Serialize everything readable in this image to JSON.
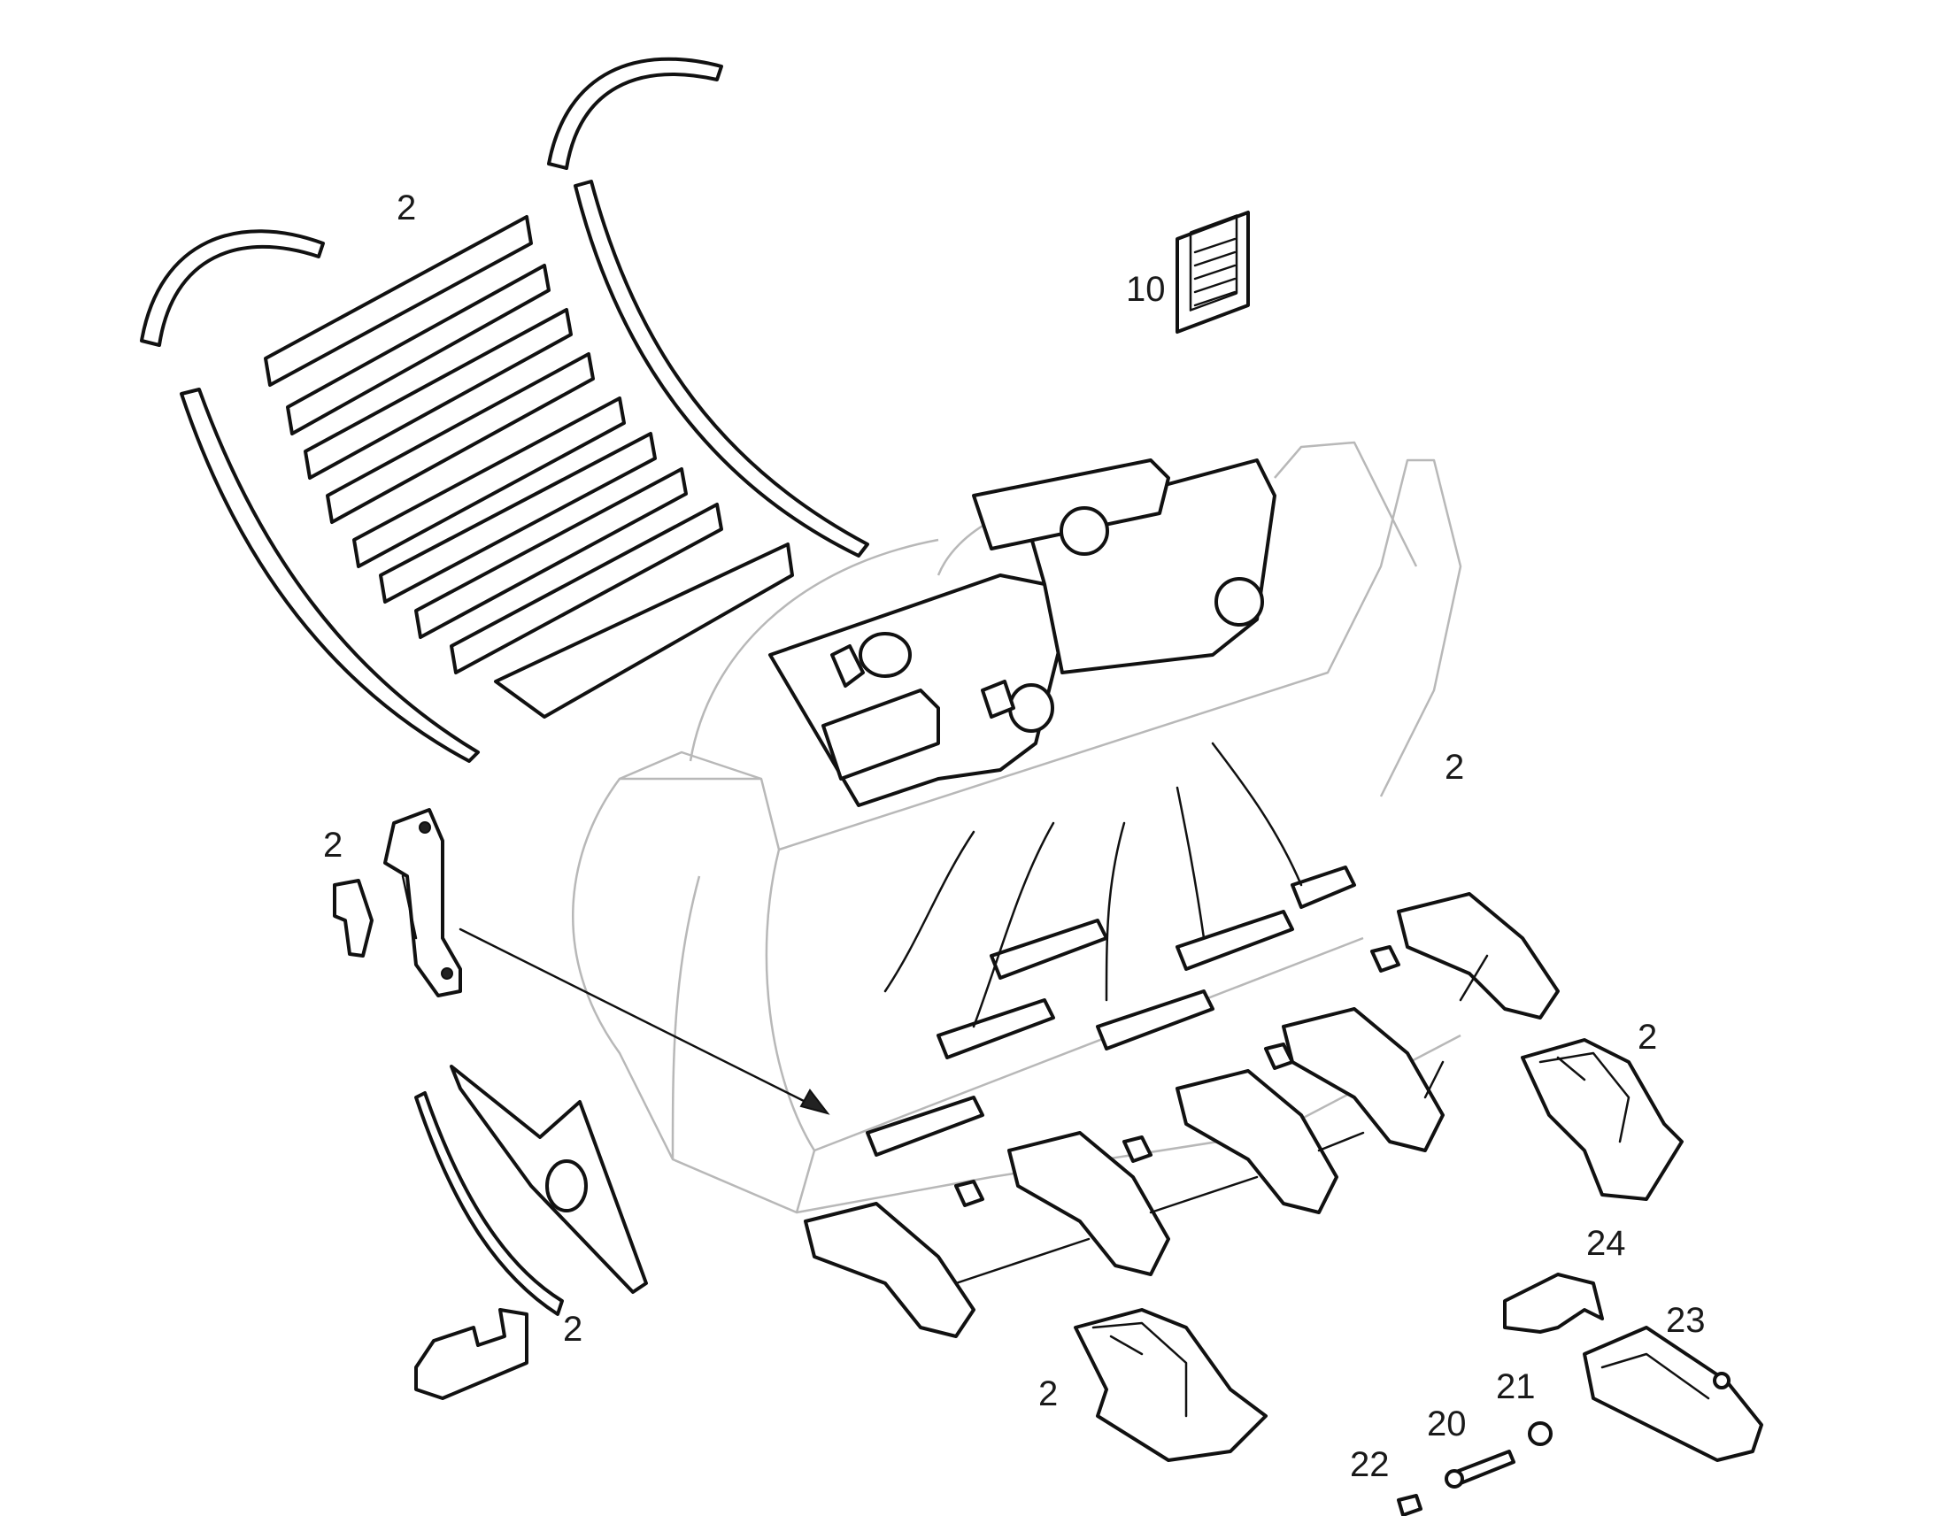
{
  "callouts": {
    "c_top": "2",
    "c_doc": "10",
    "c_right": "2",
    "c_left": "2",
    "c_adapter": "2",
    "c_wedge": "2",
    "c_lowtooth": "2",
    "c_24": "24",
    "c_23": "23",
    "c_21": "21",
    "c_20": "20",
    "c_22": "22"
  },
  "colors": {
    "line": "#111111",
    "ghost_line": "#b8b8b8",
    "background": "#ffffff"
  }
}
